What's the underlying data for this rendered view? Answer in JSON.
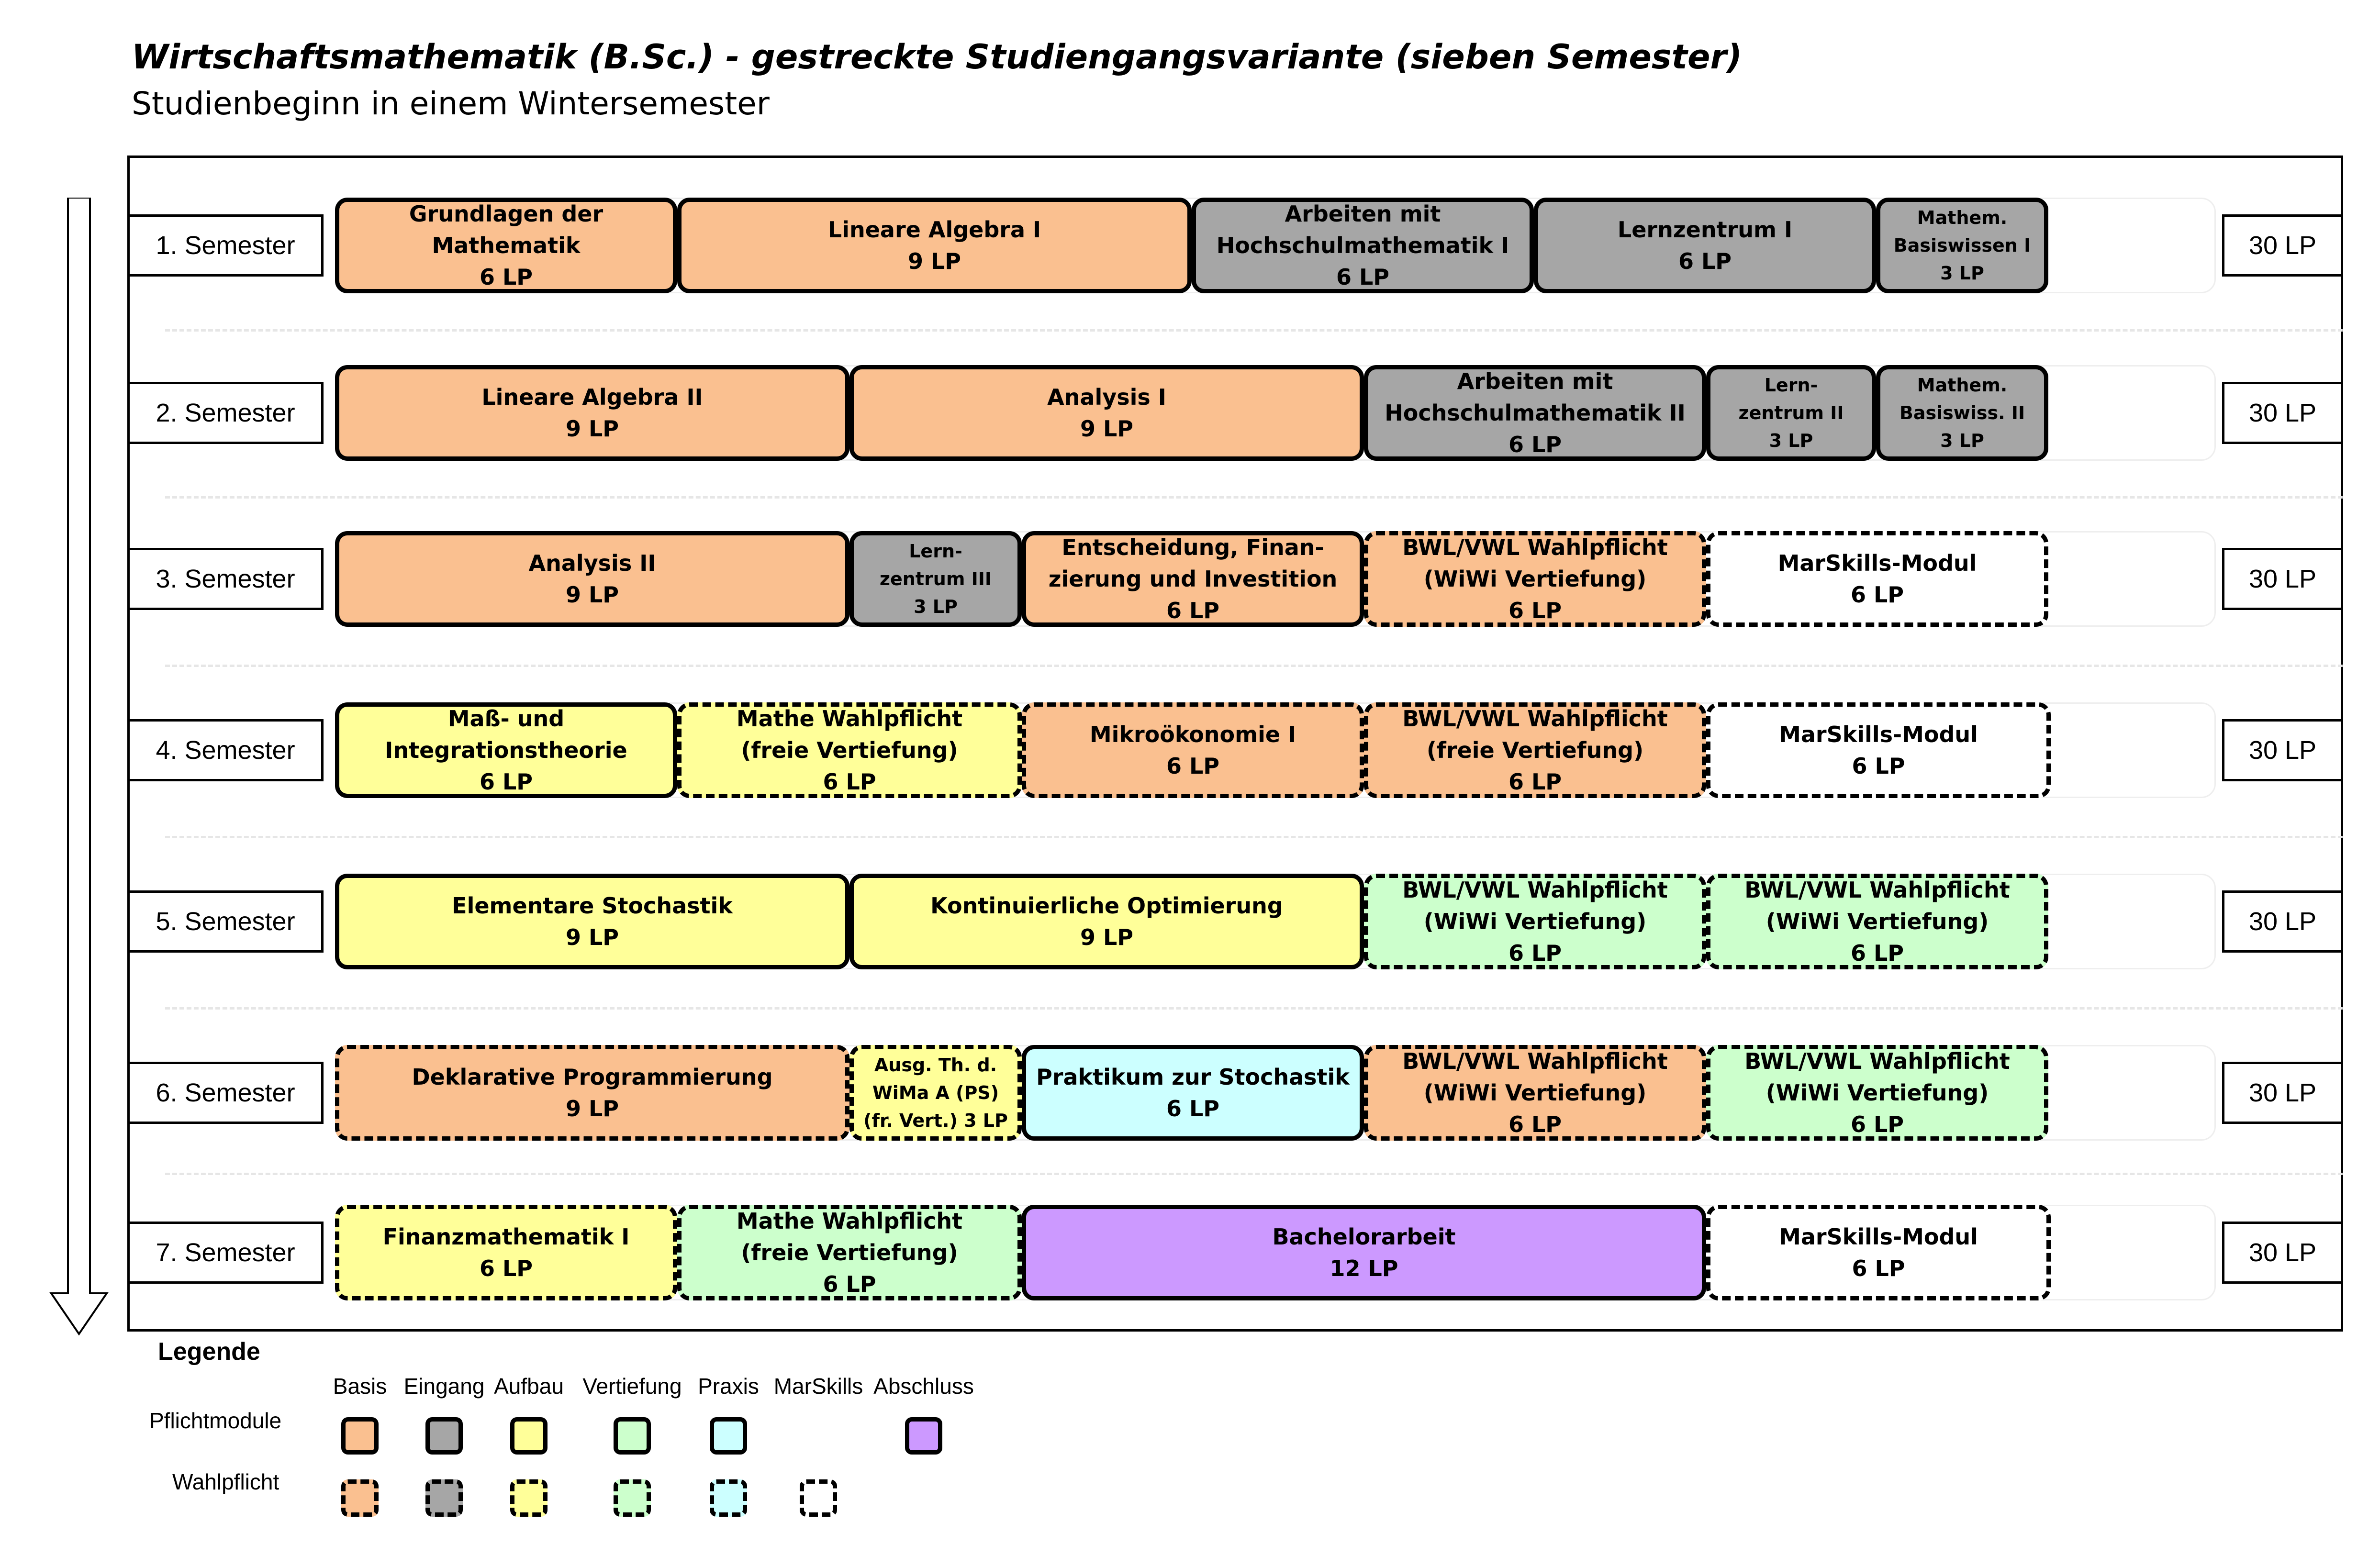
{
  "title": "Wirtschaftsmathematik (B.Sc.) - gestreckte Studiengangsvariante (sieben Semester)",
  "subtitle": "Studienbeginn in einem Wintersemester",
  "colors": {
    "basis": "#fac090",
    "eingang": "#a6a6a6",
    "aufbau": "#ffff99",
    "vertiefung": "#ccffcc",
    "praxis": "#ccffff",
    "marskills": "#ffffff",
    "abschluss": "#cc99ff"
  },
  "semesters": [
    {
      "label": "1. Semester",
      "lp": "30 LP",
      "modules": [
        {
          "lines": [
            "Grundlagen der",
            "Mathematik",
            "6 LP"
          ],
          "category": "basis",
          "type": "pflicht"
        },
        {
          "lines": [
            "Lineare Algebra I",
            "9 LP"
          ],
          "category": "basis",
          "type": "pflicht"
        },
        {
          "lines": [
            "Arbeiten mit",
            "Hochschulmathematik I",
            "6 LP"
          ],
          "category": "eingang",
          "type": "pflicht"
        },
        {
          "lines": [
            "Lernzentrum I",
            "6 LP"
          ],
          "category": "eingang",
          "type": "pflicht"
        },
        {
          "lines": [
            "Mathem.",
            "Basiswissen I",
            "3 LP"
          ],
          "category": "eingang",
          "type": "pflicht"
        }
      ]
    },
    {
      "label": "2. Semester",
      "lp": "30 LP",
      "modules": [
        {
          "lines": [
            "Lineare Algebra II",
            "9 LP"
          ],
          "category": "basis",
          "type": "pflicht"
        },
        {
          "lines": [
            "Analysis I",
            "9 LP"
          ],
          "category": "basis",
          "type": "pflicht"
        },
        {
          "lines": [
            "Arbeiten mit",
            "Hochschulmathematik II",
            "6 LP"
          ],
          "category": "eingang",
          "type": "pflicht"
        },
        {
          "lines": [
            "Lern-",
            "zentrum II",
            "3 LP"
          ],
          "category": "eingang",
          "type": "pflicht"
        },
        {
          "lines": [
            "Mathem.",
            "Basiswiss. II",
            "3 LP"
          ],
          "category": "eingang",
          "type": "pflicht"
        }
      ]
    },
    {
      "label": "3. Semester",
      "lp": "30 LP",
      "modules": [
        {
          "lines": [
            "Analysis II",
            "9 LP"
          ],
          "category": "basis",
          "type": "pflicht"
        },
        {
          "lines": [
            "Lern-",
            "zentrum III",
            "3 LP"
          ],
          "category": "eingang",
          "type": "pflicht"
        },
        {
          "lines": [
            "Entscheidung, Finan-",
            "zierung und Investition",
            "6 LP"
          ],
          "category": "basis",
          "type": "pflicht"
        },
        {
          "lines": [
            "BWL/VWL Wahlpflicht",
            "(WiWi Vertiefung)",
            "6 LP"
          ],
          "category": "basis",
          "type": "wahl"
        },
        {
          "lines": [
            "MarSkills-Modul",
            "6 LP"
          ],
          "category": "marskills",
          "type": "wahl"
        }
      ]
    },
    {
      "label": "4. Semester",
      "lp": "30 LP",
      "modules": [
        {
          "lines": [
            "Maß- und",
            "Integrationstheorie",
            "6 LP"
          ],
          "category": "aufbau",
          "type": "pflicht"
        },
        {
          "lines": [
            "Mathe Wahlpflicht",
            "(freie Vertiefung)",
            "6 LP"
          ],
          "category": "aufbau",
          "type": "wahl"
        },
        {
          "lines": [
            "Mikroökonomie I",
            "6 LP"
          ],
          "category": "basis",
          "type": "wahl"
        },
        {
          "lines": [
            "BWL/VWL Wahlpflicht",
            "(freie Vertiefung)",
            "6 LP"
          ],
          "category": "basis",
          "type": "wahl"
        },
        {
          "lines": [
            "MarSkills-Modul",
            "6 LP"
          ],
          "category": "marskills",
          "type": "wahl"
        }
      ]
    },
    {
      "label": "5. Semester",
      "lp": "30 LP",
      "modules": [
        {
          "lines": [
            "Elementare Stochastik",
            "9 LP"
          ],
          "category": "aufbau",
          "type": "pflicht"
        },
        {
          "lines": [
            "Kontinuierliche Optimierung",
            "9 LP"
          ],
          "category": "aufbau",
          "type": "pflicht"
        },
        {
          "lines": [
            "BWL/VWL Wahlpflicht",
            "(WiWi Vertiefung)",
            "6 LP"
          ],
          "category": "vertiefung",
          "type": "wahl"
        },
        {
          "lines": [
            "BWL/VWL Wahlpflicht",
            "(WiWi Vertiefung)",
            "6 LP"
          ],
          "category": "vertiefung",
          "type": "wahl"
        }
      ]
    },
    {
      "label": "6. Semester",
      "lp": "30 LP",
      "modules": [
        {
          "lines": [
            "Deklarative Programmierung",
            "9 LP"
          ],
          "category": "basis",
          "type": "wahl"
        },
        {
          "lines": [
            "Ausg. Th. d.",
            "WiMa A (PS)",
            "(fr. Vert.) 3 LP"
          ],
          "category": "aufbau",
          "type": "wahl"
        },
        {
          "lines": [
            "Praktikum zur Stochastik",
            "6 LP"
          ],
          "category": "praxis",
          "type": "pflicht"
        },
        {
          "lines": [
            "BWL/VWL Wahlpflicht",
            "(WiWi Vertiefung)",
            "6 LP"
          ],
          "category": "basis",
          "type": "wahl"
        },
        {
          "lines": [
            "BWL/VWL Wahlpflicht",
            "(WiWi Vertiefung)",
            "6 LP"
          ],
          "category": "vertiefung",
          "type": "wahl"
        }
      ]
    },
    {
      "label": "7. Semester",
      "lp": "30 LP",
      "modules": [
        {
          "lines": [
            "Finanzmathematik I",
            "6 LP"
          ],
          "category": "aufbau",
          "type": "wahl"
        },
        {
          "lines": [
            "Mathe Wahlpflicht",
            "(freie Vertiefung)",
            "6 LP"
          ],
          "category": "vertiefung",
          "type": "wahl"
        },
        {
          "lines": [
            "Bachelorarbeit",
            "12 LP"
          ],
          "category": "abschluss",
          "type": "pflicht"
        },
        {
          "lines": [
            "MarSkills-Modul",
            "6 LP"
          ],
          "category": "marskills",
          "type": "wahl"
        }
      ]
    }
  ],
  "legend": {
    "title": "Legende",
    "row_pflicht": "Pflichtmodule",
    "row_wahl": "Wahlpflicht",
    "columns": [
      "Basis",
      "Eingang",
      "Aufbau",
      "Vertiefung",
      "Praxis",
      "MarSkills",
      "Abschluss"
    ]
  }
}
